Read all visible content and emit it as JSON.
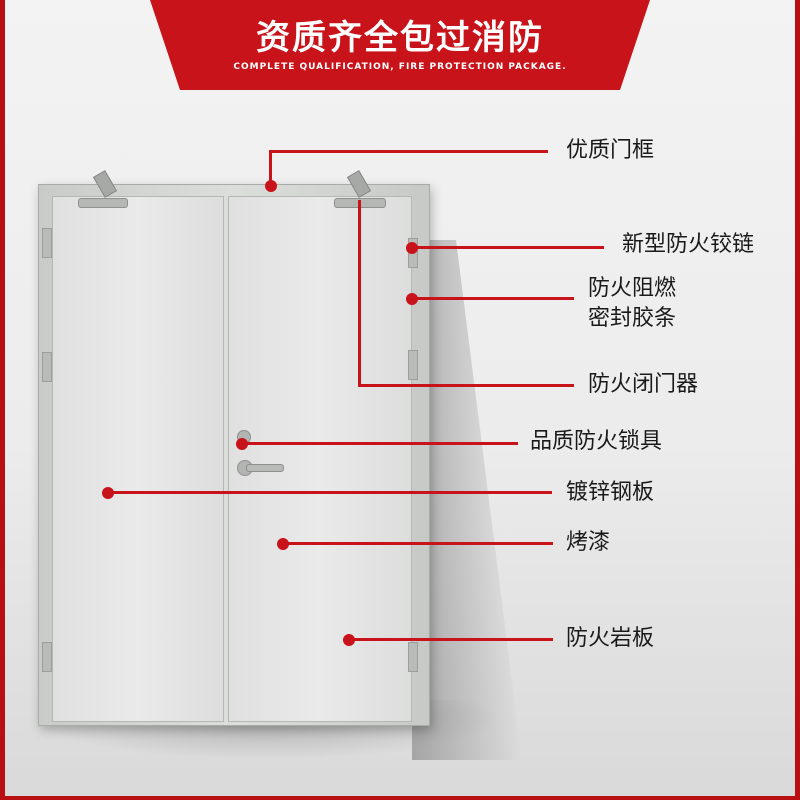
{
  "banner": {
    "title": "资质齐全包过消防",
    "subtitle": "COMPLETE QUALIFICATION, FIRE PROTECTION PACKAGE."
  },
  "labels": {
    "frame": "优质门框",
    "hinge": "新型防火铰链",
    "seal_line1": "防火阻燃",
    "seal_line2": "密封胶条",
    "closer": "防火闭门器",
    "lock": "品质防火锁具",
    "steel": "镀锌钢板",
    "paint": "烤漆",
    "rockwool": "防火岩板"
  },
  "colors": {
    "accent_red": "#c8131a",
    "border_red": "#b80f12",
    "door_gray": "#e2e3e2"
  }
}
